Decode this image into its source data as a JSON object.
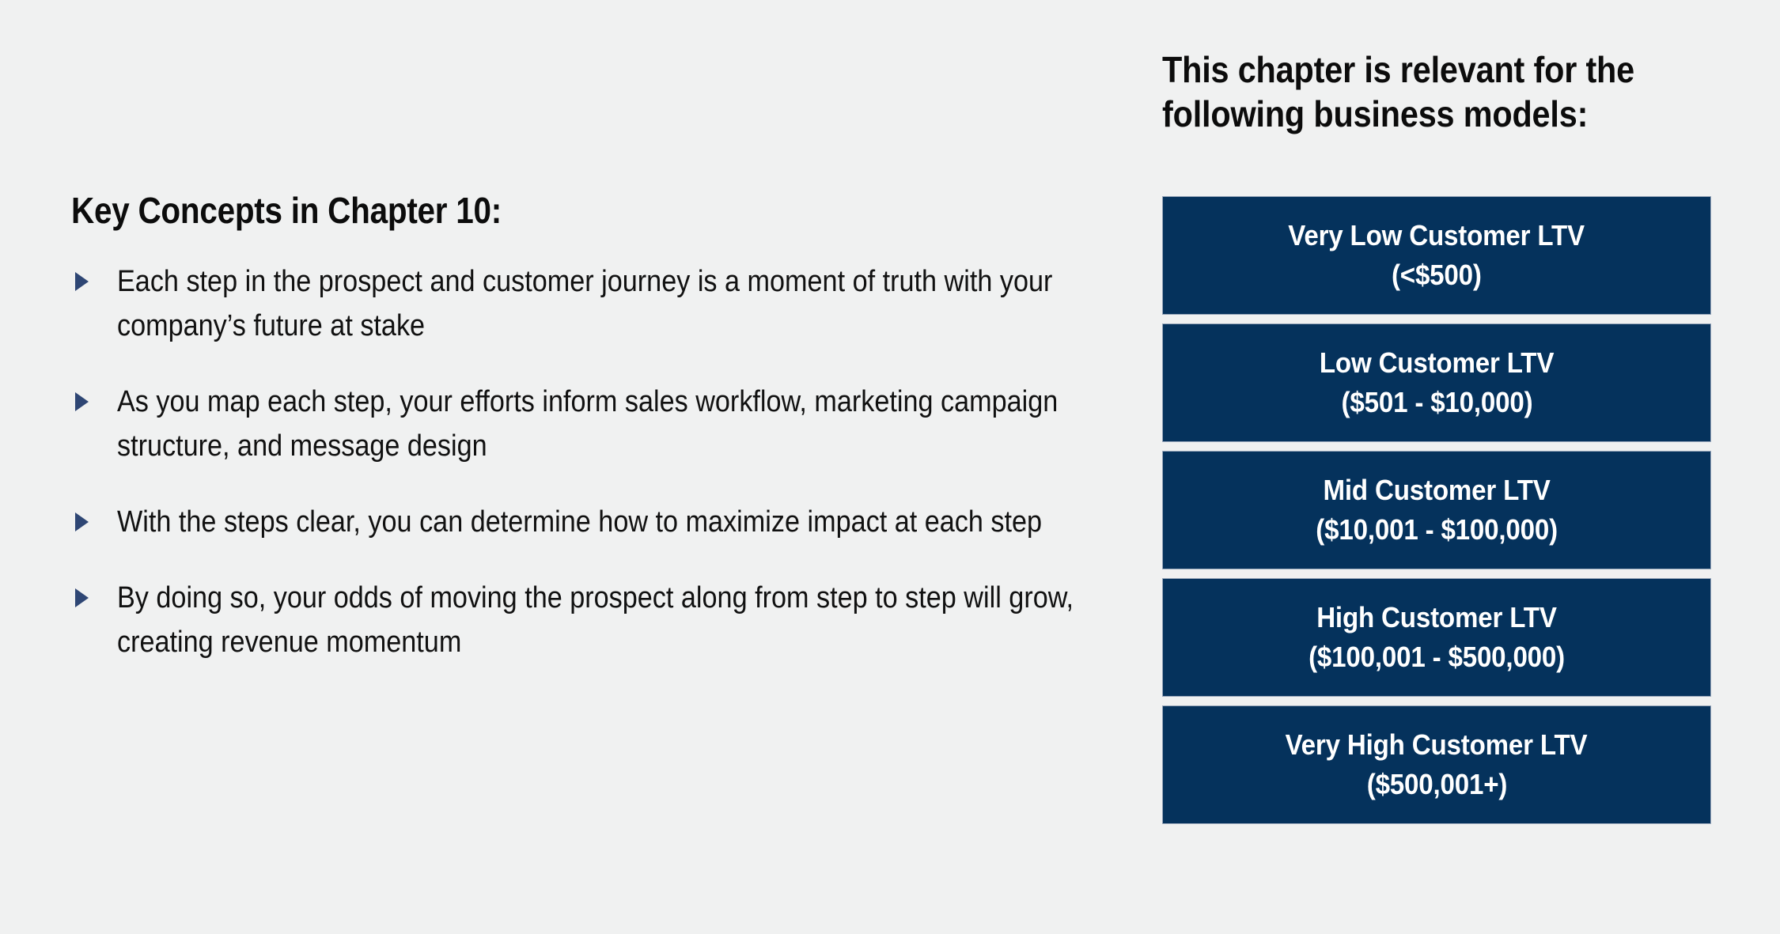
{
  "theme": {
    "background_color": "#f0f1f1",
    "box_fill_color": "#05325c",
    "box_text_color": "#ffffff",
    "bullet_marker_color": "#2e4674",
    "heading_color": "#0c0c0c",
    "body_text_color": "#111111"
  },
  "left": {
    "title": "Key Concepts in Chapter 10:",
    "bullets": [
      "Each step in the prospect and customer journey is a moment of truth with your company’s future at stake",
      "As you map each step, your efforts inform sales workflow, marketing campaign structure, and message design",
      "With the steps clear, you can determine how to maximize impact at each step",
      "By doing so, your odds of moving the prospect along from step to step will grow, creating revenue momentum"
    ]
  },
  "right": {
    "title": "This chapter is relevant for the following business models:",
    "title_line_1": "This chapter is relevant for the",
    "title_line_2": "following business models:",
    "boxes": [
      {
        "name": "Very Low Customer LTV",
        "range": "(<$500)"
      },
      {
        "name": "Low Customer LTV",
        "range": "($501 - $10,000)"
      },
      {
        "name": "Mid Customer LTV",
        "range": "($10,001 - $100,000)"
      },
      {
        "name": "High Customer LTV",
        "range": "($100,001 - $500,000)"
      },
      {
        "name": "Very High Customer LTV",
        "range": "($500,001+)"
      }
    ]
  }
}
